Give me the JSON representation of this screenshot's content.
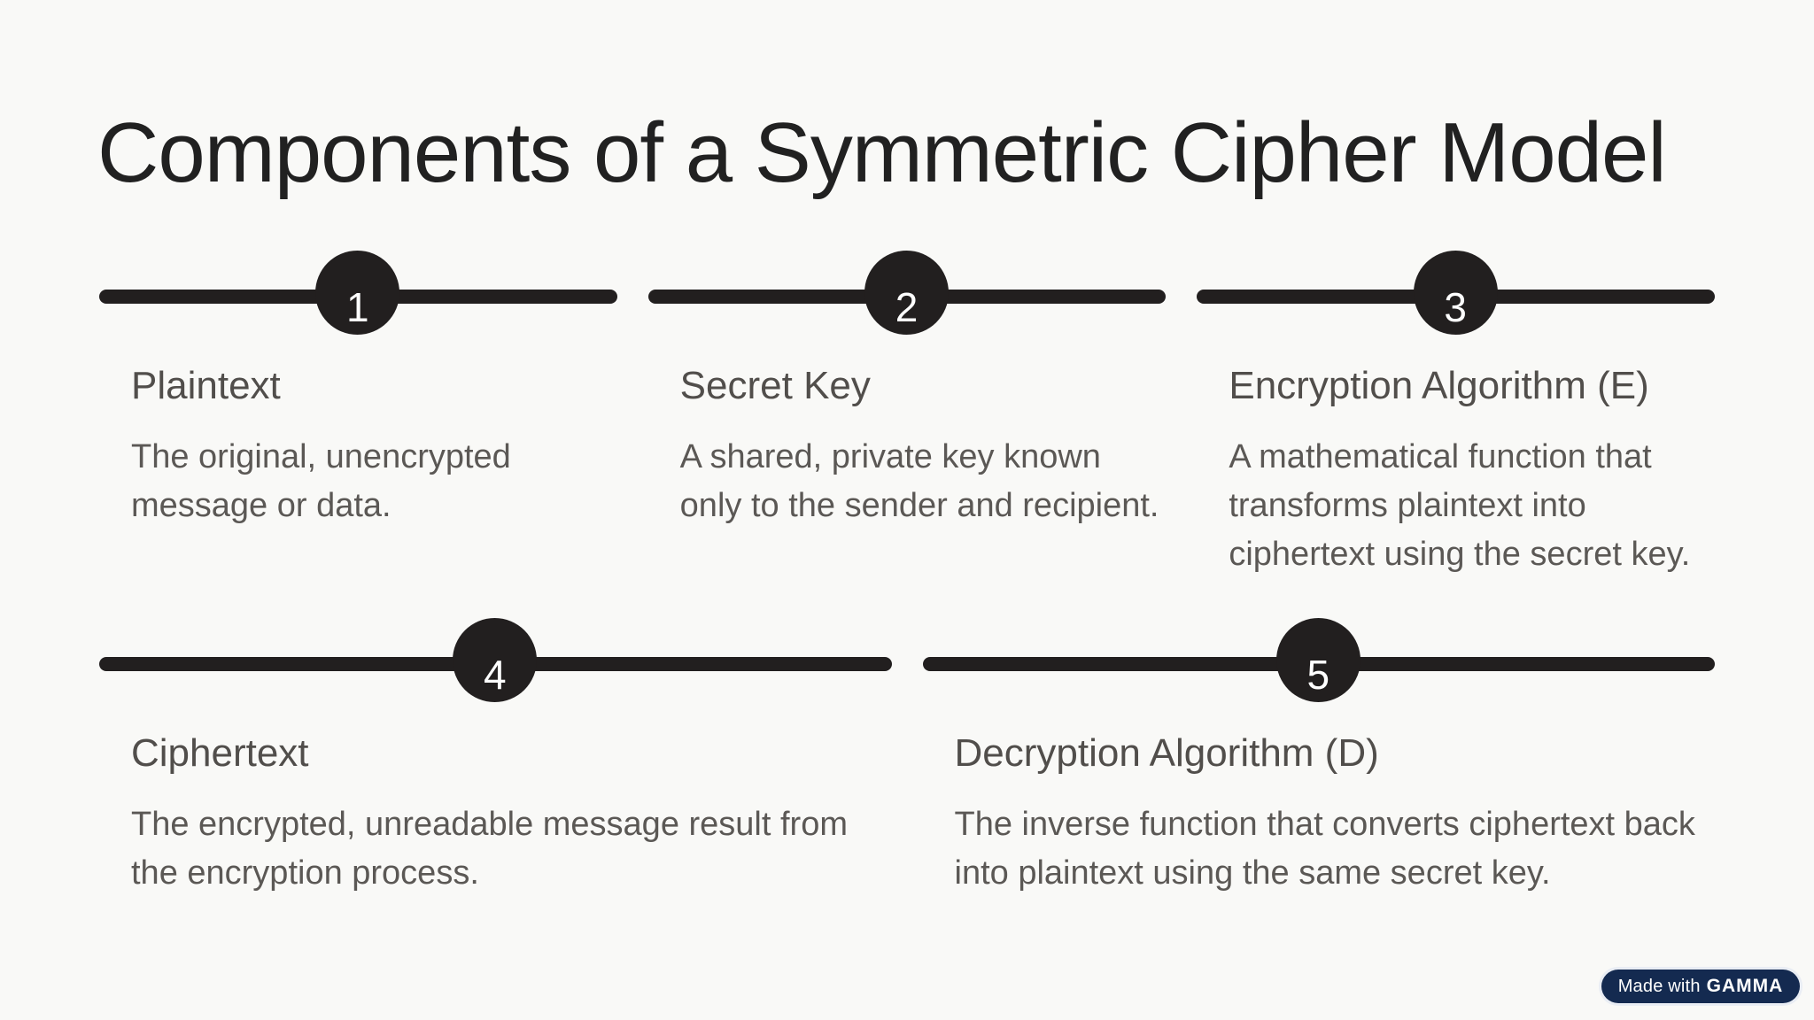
{
  "slide": {
    "title": "Components of a Symmetric Cipher Model",
    "background_color": "#f9f9f7",
    "accent_color": "#221f1f",
    "title_color": "#212121",
    "heading_color": "#514e4b",
    "body_color": "#5b5855"
  },
  "steps": [
    {
      "number": "1",
      "title": "Plaintext",
      "description": "The original, unencrypted message or data."
    },
    {
      "number": "2",
      "title": "Secret Key",
      "description": "A shared, private key known only to the sender and recipient."
    },
    {
      "number": "3",
      "title": "Encryption Algorithm (E)",
      "description": "A mathematical function that transforms plaintext into ciphertext using the secret key."
    },
    {
      "number": "4",
      "title": "Ciphertext",
      "description": "The encrypted, unreadable message result from the encryption process."
    },
    {
      "number": "5",
      "title": "Decryption Algorithm (D)",
      "description": "The inverse function that converts ciphertext back into plaintext using the same secret key."
    }
  ],
  "badge": {
    "prefix": "Made with",
    "brand": "GAMMA",
    "background_color": "#142a50",
    "text_color": "#ffffff"
  }
}
